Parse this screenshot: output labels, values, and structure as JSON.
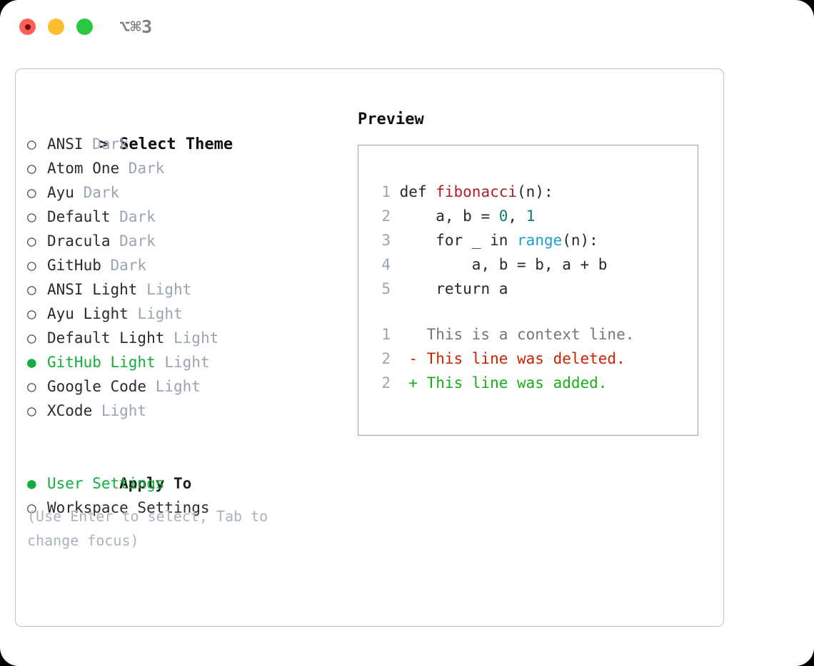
{
  "titlebar": {
    "shortcut": "⌥⌘3",
    "lights": [
      "close",
      "minimize",
      "maximize"
    ]
  },
  "theme_list": {
    "header_marker": ">",
    "header": "Select Theme",
    "items": [
      {
        "marker": "○",
        "name": "ANSI",
        "tag": "Dark",
        "selected": false
      },
      {
        "marker": "○",
        "name": "Atom One",
        "tag": "Dark",
        "selected": false
      },
      {
        "marker": "○",
        "name": "Ayu",
        "tag": "Dark",
        "selected": false
      },
      {
        "marker": "○",
        "name": "Default",
        "tag": "Dark",
        "selected": false
      },
      {
        "marker": "○",
        "name": "Dracula",
        "tag": "Dark",
        "selected": false
      },
      {
        "marker": "○",
        "name": "GitHub",
        "tag": "Dark",
        "selected": false
      },
      {
        "marker": "○",
        "name": "ANSI Light",
        "tag": "Light",
        "selected": false
      },
      {
        "marker": "○",
        "name": "Ayu Light",
        "tag": "Light",
        "selected": false
      },
      {
        "marker": "○",
        "name": "Default Light",
        "tag": "Light",
        "selected": false
      },
      {
        "marker": "●",
        "name": "GitHub Light",
        "tag": "Light",
        "selected": true
      },
      {
        "marker": "○",
        "name": "Google Code",
        "tag": "Light",
        "selected": false
      },
      {
        "marker": "○",
        "name": "XCode",
        "tag": "Light",
        "selected": false
      }
    ]
  },
  "apply_to": {
    "header": "Apply To",
    "items": [
      {
        "marker": "●",
        "label": "User Settings",
        "selected": true
      },
      {
        "marker": "○",
        "label": "Workspace Settings",
        "selected": false
      }
    ]
  },
  "hint": "(Use Enter to select, Tab to change focus)",
  "preview": {
    "title": "Preview",
    "code_lines": [
      {
        "no": "1",
        "segments": [
          {
            "text": "def ",
            "cls": "tok-plain"
          },
          {
            "text": "fibonacci",
            "cls": "tok-fn"
          },
          {
            "text": "(n):",
            "cls": "tok-punct"
          }
        ]
      },
      {
        "no": "2",
        "segments": [
          {
            "text": "    a, b = ",
            "cls": "tok-plain"
          },
          {
            "text": "0",
            "cls": "tok-num"
          },
          {
            "text": ", ",
            "cls": "tok-plain"
          },
          {
            "text": "1",
            "cls": "tok-num"
          }
        ]
      },
      {
        "no": "3",
        "segments": [
          {
            "text": "    for _ in ",
            "cls": "tok-plain"
          },
          {
            "text": "range",
            "cls": "tok-builtin"
          },
          {
            "text": "(n):",
            "cls": "tok-punct"
          }
        ]
      },
      {
        "no": "4",
        "segments": [
          {
            "text": "        a, b = b, a + b",
            "cls": "tok-plain"
          }
        ]
      },
      {
        "no": "5",
        "segments": [
          {
            "text": "    return a",
            "cls": "tok-plain"
          }
        ]
      }
    ],
    "diff_lines": [
      {
        "no": "1",
        "text": "   This is a context line.",
        "cls": "d-ctx"
      },
      {
        "no": "2",
        "text": " - This line was deleted.",
        "cls": "d-del"
      },
      {
        "no": "2",
        "text": " + This line was added.",
        "cls": "d-add"
      }
    ]
  },
  "colors": {
    "accent_green": "#14ae3c",
    "muted": "#9aa5b4",
    "diff_add": "#15b01a",
    "diff_del": "#cc2200",
    "fn_red": "#b31d28",
    "builtin_blue": "#1b9fd0",
    "number_teal": "#0b7a75"
  }
}
